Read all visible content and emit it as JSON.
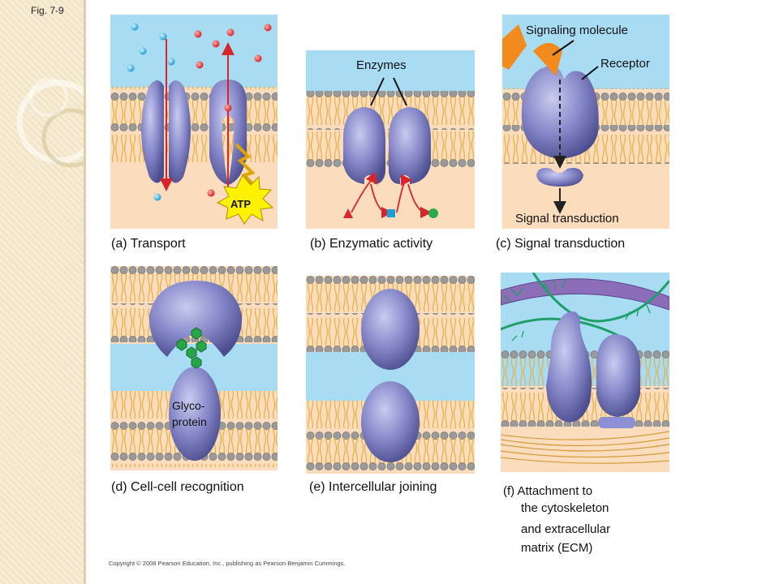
{
  "figure": {
    "label": "Fig. 7-9"
  },
  "panels": {
    "a": {
      "caption": "(a) Transport",
      "atp_label": "ATP"
    },
    "b": {
      "caption": "(b) Enzymatic activity",
      "enzymes_label": "Enzymes"
    },
    "c": {
      "caption": "(c) Signal transduction",
      "signaling_label": "Signaling molecule",
      "receptor_label": "Receptor",
      "transduction_label": "Signal transduction"
    },
    "d": {
      "caption": "(d) Cell-cell recognition",
      "glyco_line1": "Glyco-",
      "glyco_line2": "protein"
    },
    "e": {
      "caption": "(e) Intercellular joining"
    },
    "f": {
      "caption_lines": [
        "(f) Attachment to",
        "the cytoskeleton",
        "and extracellular",
        "matrix (ECM)"
      ]
    }
  },
  "copyright": "Copyright © 2008 Pearson Education, Inc., publishing as Pearson Benjamin Cummings.",
  "colors": {
    "extracellular": "#a8dcf2",
    "cytoplasm": "#fbdcbc",
    "lipid_head": "#9a9a9a",
    "lipid_tail": "#e8b24a",
    "protein": "#7d7fc2",
    "arrow": "#d8242b",
    "atp": "#fff200"
  }
}
